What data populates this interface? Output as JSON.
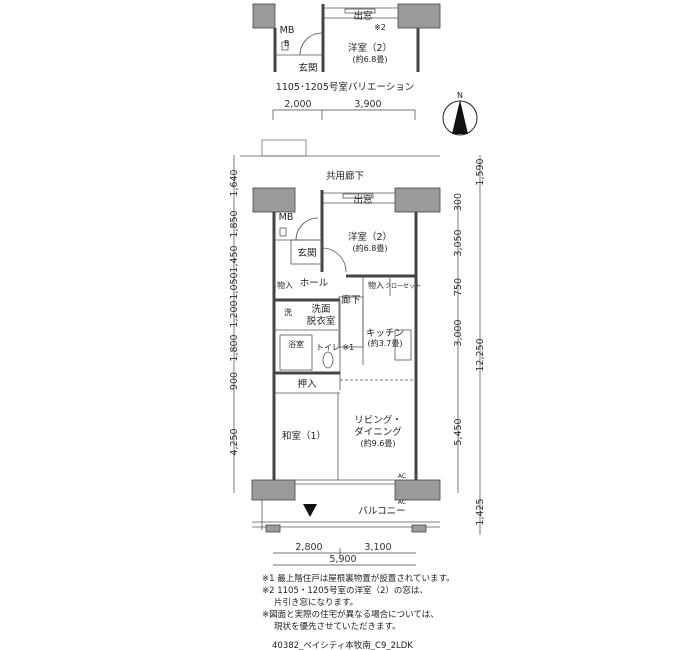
{
  "variation": {
    "caption": "1105･1205号室バリエーション",
    "rooms": {
      "window": "出窓",
      "note_mark": "※2",
      "mb": "MB",
      "western_room": "洋室（2）",
      "western_area": "(約6.8畳)",
      "entrance": "玄関"
    },
    "dims": [
      "2,000",
      "3,900"
    ]
  },
  "compass": {
    "label": "N"
  },
  "plan": {
    "corridor": "共用廊下",
    "rooms": {
      "window": "出窓",
      "mb": "MB",
      "western_room": "洋室（2）",
      "western_area": "(約6.8畳)",
      "entrance": "玄関",
      "hall": "ホール",
      "storage1": "物入",
      "storage2": "物入",
      "closet": "クローゼット",
      "hallway": "廊下",
      "washer": "洗",
      "washroom_1": "洗面",
      "washroom_2": "脱衣室",
      "kitchen": "キッチン",
      "kitchen_area": "(約3.7畳)",
      "bath": "浴室",
      "toilet": "トイレ ※1",
      "oshiire": "押入",
      "japanese_room": "和室（1）",
      "living_1": "リビング・",
      "living_2": "ダイニング",
      "living_area": "(約9.6畳)",
      "ac1": "AC",
      "ac2": "AC",
      "balcony": "バルコニー"
    },
    "dims_left": [
      "1,640",
      "1,850",
      "1,450",
      "1,050",
      "1,200",
      "1,800",
      "900",
      "4,250"
    ],
    "dims_right_inner": [
      "300",
      "3,050",
      "750",
      "3,000",
      "5,450"
    ],
    "dims_right_outer": [
      "1,590",
      "12,250",
      "1,425"
    ],
    "dims_bottom": [
      "2,800",
      "3,100",
      "5,900"
    ]
  },
  "notes": [
    "※1 最上階住戸は屋根裏物置が設置されています。",
    "※2 1105・1205号室の洋室（2）の窓は、",
    "片引き窓になります。",
    "※図面と実際の住宅が異なる場合については、",
    "現状を優先させていただきます。"
  ],
  "footer": "40382_ベイシティ本牧南_C9_2LDK"
}
